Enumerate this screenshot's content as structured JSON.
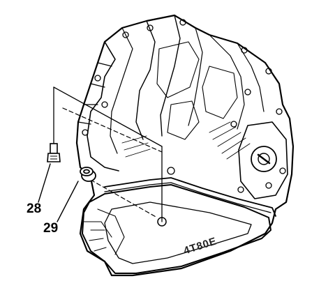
{
  "callouts": [
    {
      "id": "28",
      "label": "28"
    },
    {
      "id": "29",
      "label": "29"
    }
  ],
  "cast_marking": "4T80E",
  "colors": {
    "line": "#000000",
    "background": "#ffffff"
  }
}
